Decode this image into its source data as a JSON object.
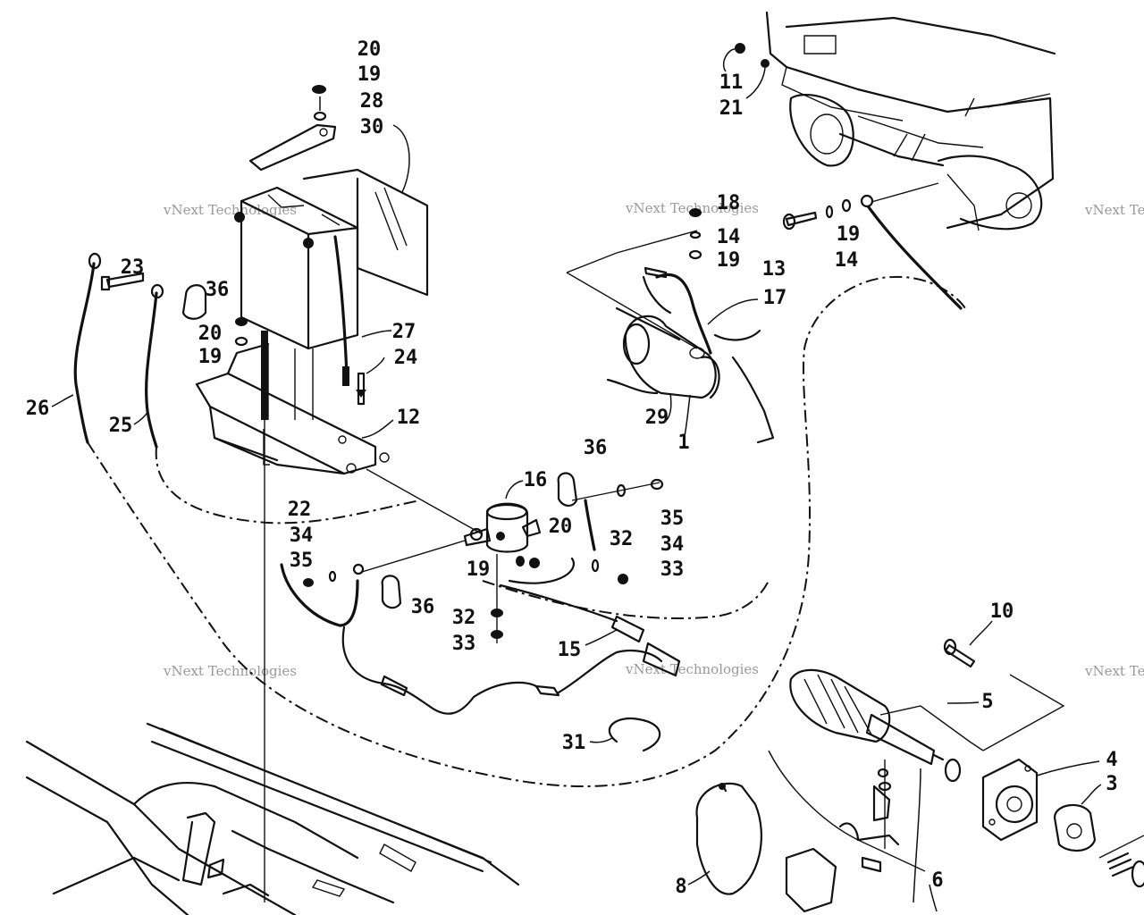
{
  "watermark": {
    "text": "vNext Technologies",
    "color": "#999999"
  },
  "callouts": [
    {
      "id": "c20a",
      "text": "20"
    },
    {
      "id": "c19a",
      "text": "19"
    },
    {
      "id": "c28",
      "text": "28"
    },
    {
      "id": "c30",
      "text": "30"
    },
    {
      "id": "c11",
      "text": "11"
    },
    {
      "id": "c21",
      "text": "21"
    },
    {
      "id": "c18",
      "text": "18"
    },
    {
      "id": "c14a",
      "text": "14"
    },
    {
      "id": "c19b",
      "text": "19"
    },
    {
      "id": "c13",
      "text": "13"
    },
    {
      "id": "c19c",
      "text": "19"
    },
    {
      "id": "c14b",
      "text": "14"
    },
    {
      "id": "c17",
      "text": "17"
    },
    {
      "id": "c23",
      "text": "23"
    },
    {
      "id": "c36a",
      "text": "36"
    },
    {
      "id": "c20b",
      "text": "20"
    },
    {
      "id": "c19d",
      "text": "19"
    },
    {
      "id": "c27",
      "text": "27"
    },
    {
      "id": "c24",
      "text": "24"
    },
    {
      "id": "c26",
      "text": "26"
    },
    {
      "id": "c25",
      "text": "25"
    },
    {
      "id": "c12",
      "text": "12"
    },
    {
      "id": "c29",
      "text": "29"
    },
    {
      "id": "c1",
      "text": "1"
    },
    {
      "id": "c36b",
      "text": "36"
    },
    {
      "id": "c16",
      "text": "16"
    },
    {
      "id": "c22",
      "text": "22"
    },
    {
      "id": "c35a",
      "text": "35"
    },
    {
      "id": "c34a",
      "text": "34"
    },
    {
      "id": "c20c",
      "text": "20"
    },
    {
      "id": "c34b",
      "text": "34"
    },
    {
      "id": "c35b",
      "text": "35"
    },
    {
      "id": "c32a",
      "text": "32"
    },
    {
      "id": "c33a",
      "text": "33"
    },
    {
      "id": "c19e",
      "text": "19"
    },
    {
      "id": "c36c",
      "text": "36"
    },
    {
      "id": "c32b",
      "text": "32"
    },
    {
      "id": "c33b",
      "text": "33"
    },
    {
      "id": "c15",
      "text": "15"
    },
    {
      "id": "c10",
      "text": "10"
    },
    {
      "id": "c5",
      "text": "5"
    },
    {
      "id": "c31",
      "text": "31"
    },
    {
      "id": "c4",
      "text": "4"
    },
    {
      "id": "c3",
      "text": "3"
    },
    {
      "id": "c8",
      "text": "8"
    },
    {
      "id": "c6",
      "text": "6"
    }
  ]
}
